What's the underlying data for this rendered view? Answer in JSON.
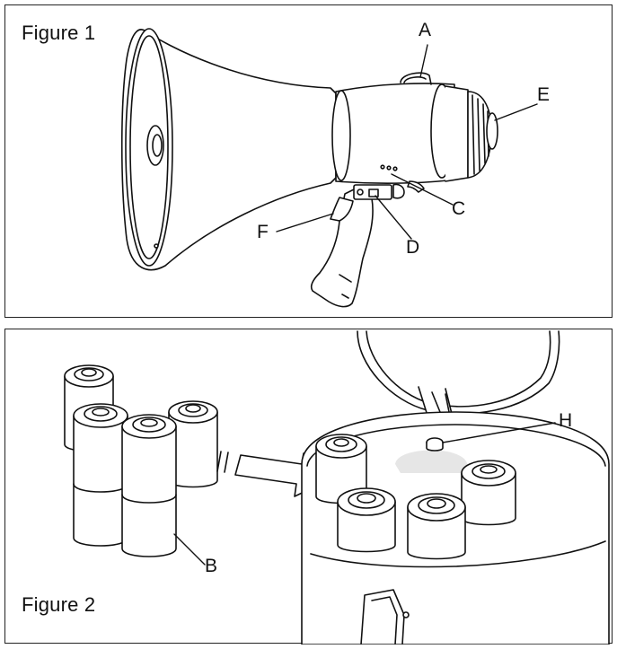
{
  "figure1": {
    "label": "Figure 1",
    "callouts": {
      "A": "A",
      "C": "C",
      "D": "D",
      "E": "E",
      "F": "F"
    }
  },
  "figure2": {
    "label": "Figure 2",
    "callouts": {
      "B": "B",
      "H": "H"
    }
  },
  "colors": {
    "ink": "#111111",
    "paper": "#ffffff",
    "shade": "#e6e6e6"
  }
}
